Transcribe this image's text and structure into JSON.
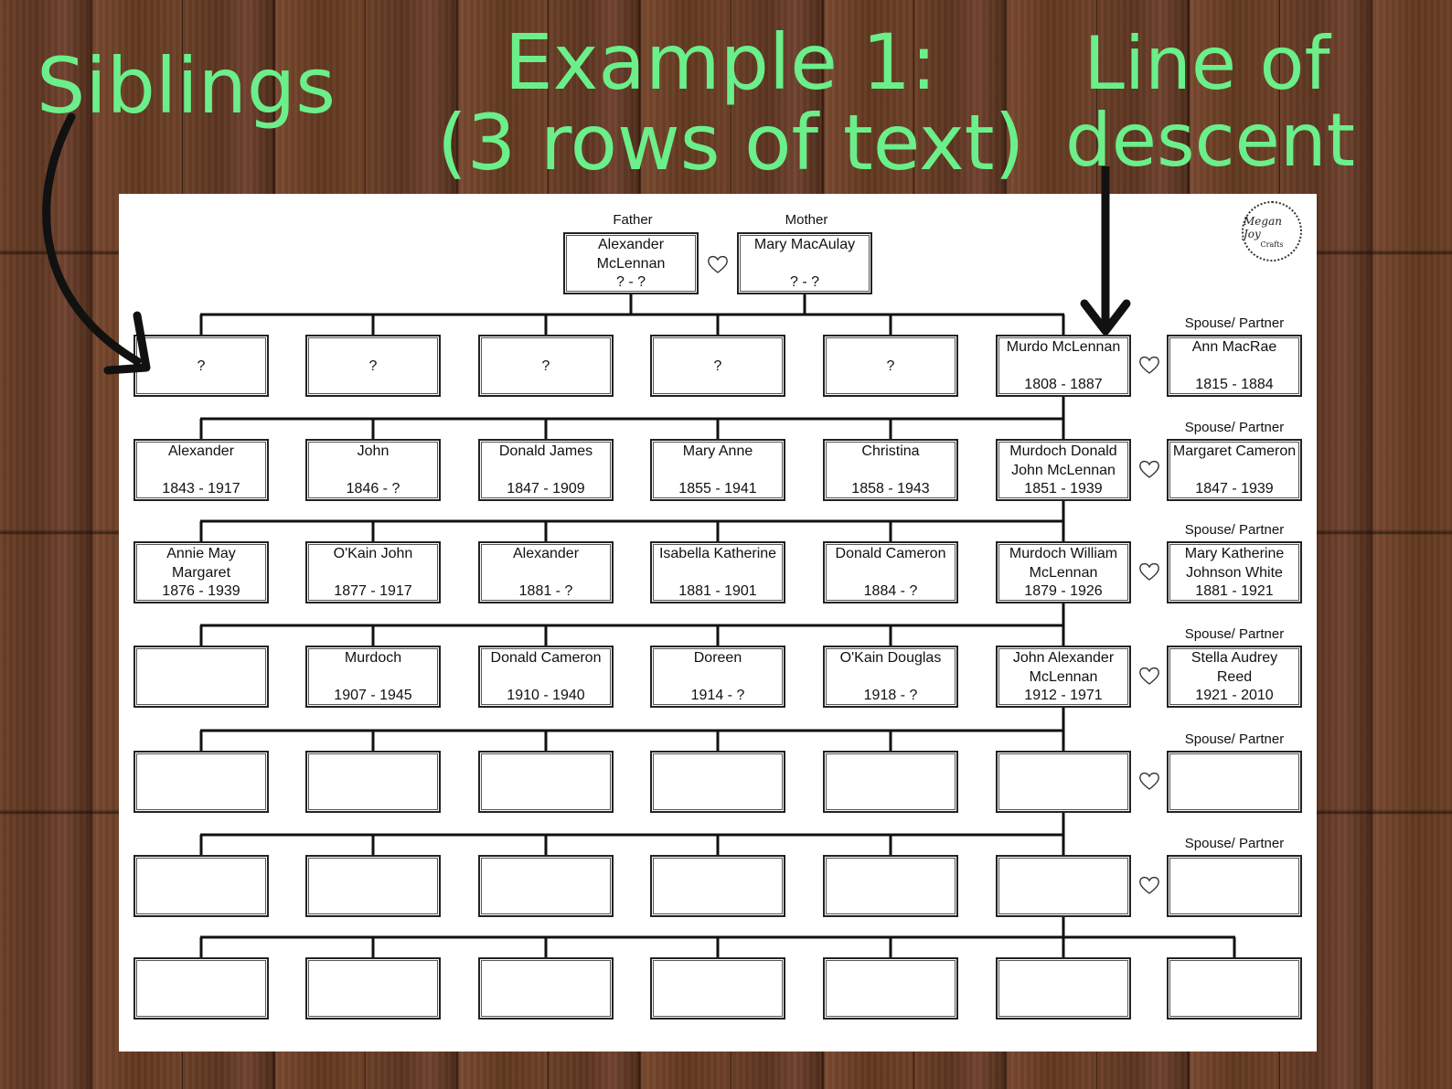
{
  "headlines": {
    "siblings": "Siblings",
    "example_line1": "Example 1:",
    "example_line2": "(3 rows of text)",
    "descent_line1": "Line of",
    "descent_line2": "descent"
  },
  "colors": {
    "headline": "#6bef8a",
    "arrow": "#111111"
  },
  "logo": {
    "line1": "Megan Joy",
    "line2": "Crafts"
  },
  "parents": {
    "father_label": "Father",
    "mother_label": "Mother",
    "father": [
      "Alexander",
      "McLennan",
      "? - ?"
    ],
    "mother": [
      "Mary MacAulay",
      "",
      "? - ?"
    ]
  },
  "spouse_label": "Spouse/ Partner",
  "rows": [
    {
      "siblings": [
        [
          "?"
        ],
        [
          "?"
        ],
        [
          "?"
        ],
        [
          "?"
        ],
        [
          "?"
        ]
      ],
      "descent": [
        "Murdo McLennan",
        "",
        "1808 - 1887"
      ],
      "spouse": [
        "Ann MacRae",
        "",
        "1815 - 1884"
      ]
    },
    {
      "siblings": [
        [
          "Alexander",
          "",
          "1843 - 1917"
        ],
        [
          "John",
          "",
          "1846 - ?"
        ],
        [
          "Donald James",
          "",
          "1847 - 1909"
        ],
        [
          "Mary Anne",
          "",
          "1855 - 1941"
        ],
        [
          "Christina",
          "",
          "1858 - 1943"
        ]
      ],
      "descent": [
        "Murdoch Donald",
        "John McLennan",
        "1851 - 1939"
      ],
      "spouse": [
        "Margaret Cameron",
        "",
        "1847 - 1939"
      ]
    },
    {
      "siblings": [
        [
          "Annie May",
          "Margaret",
          "1876 - 1939"
        ],
        [
          "O'Kain John",
          "",
          "1877 - 1917"
        ],
        [
          "Alexander",
          "",
          "1881 - ?"
        ],
        [
          "Isabella Katherine",
          "",
          "1881 - 1901"
        ],
        [
          "Donald Cameron",
          "",
          "1884 - ?"
        ]
      ],
      "descent": [
        "Murdoch William",
        "McLennan",
        "1879 - 1926"
      ],
      "spouse": [
        "Mary Katherine",
        "Johnson White",
        "1881 - 1921"
      ]
    },
    {
      "siblings": [
        [
          "",
          "",
          ""
        ],
        [
          "Murdoch",
          "",
          "1907 - 1945"
        ],
        [
          "Donald Cameron",
          "",
          "1910 - 1940"
        ],
        [
          "Doreen",
          "",
          "1914 - ?"
        ],
        [
          "O'Kain Douglas",
          "",
          "1918 - ?"
        ]
      ],
      "descent": [
        "John Alexander",
        "McLennan",
        "1912 - 1971"
      ],
      "spouse": [
        "Stella Audrey",
        "Reed",
        "1921 - 2010"
      ]
    },
    {
      "siblings": [
        [
          "",
          "",
          ""
        ],
        [
          "",
          "",
          ""
        ],
        [
          "",
          "",
          ""
        ],
        [
          "",
          "",
          ""
        ],
        [
          "",
          "",
          ""
        ]
      ],
      "descent": [
        "",
        "",
        ""
      ],
      "spouse": [
        "",
        "",
        ""
      ]
    },
    {
      "siblings": [
        [
          "",
          "",
          ""
        ],
        [
          "",
          "",
          ""
        ],
        [
          "",
          "",
          ""
        ],
        [
          "",
          "",
          ""
        ],
        [
          "",
          "",
          ""
        ]
      ],
      "descent": [
        "",
        "",
        ""
      ],
      "spouse": [
        "",
        "",
        ""
      ]
    },
    {
      "siblings": [
        [
          "",
          "",
          ""
        ],
        [
          "",
          "",
          ""
        ],
        [
          "",
          "",
          ""
        ],
        [
          "",
          "",
          ""
        ],
        [
          "",
          "",
          ""
        ]
      ],
      "descent": [
        "",
        "",
        ""
      ],
      "spouse": [
        "",
        "",
        ""
      ]
    }
  ]
}
